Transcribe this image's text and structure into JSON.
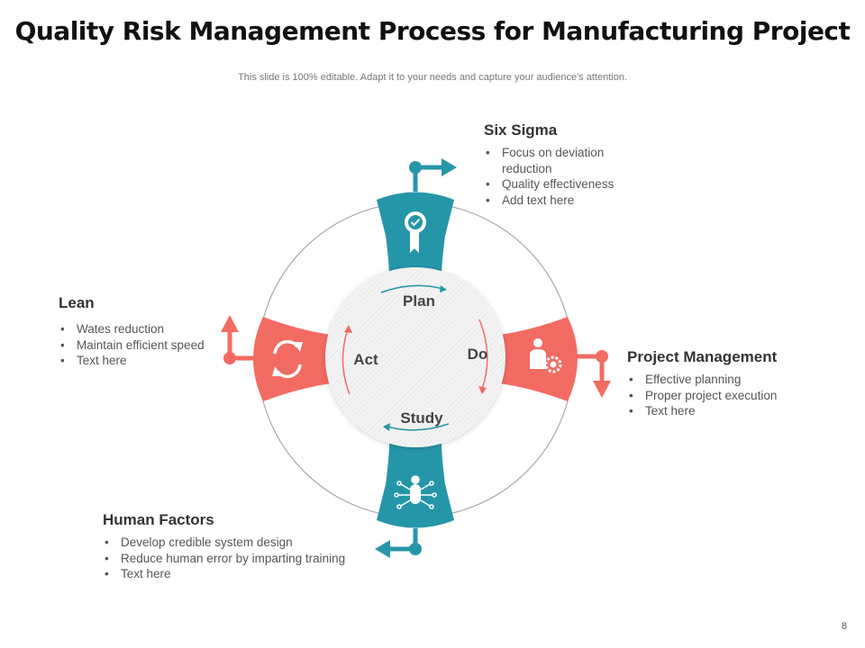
{
  "slide": {
    "title": "Quality Risk Management Process for Manufacturing Project",
    "subtitle": "This slide is 100% editable. Adapt it to your needs and capture your audience's attention.",
    "page_number": "8"
  },
  "cycle": {
    "plan": "Plan",
    "do": "Do",
    "study": "Study",
    "act": "Act"
  },
  "sections": {
    "six_sigma": {
      "title": "Six Sigma",
      "items": [
        "Focus on deviation reduction",
        "Quality effectiveness",
        "Add text here"
      ]
    },
    "project_management": {
      "title": "Project Management",
      "items": [
        "Effective planning",
        "Proper project execution",
        "Text here"
      ]
    },
    "lean": {
      "title": "Lean",
      "items": [
        "Wates reduction",
        "Maintain efficient speed",
        "Text here"
      ]
    },
    "human_factors": {
      "title": "Human Factors",
      "items": [
        "Develop credible system design",
        "Reduce human error by imparting training",
        "Text here"
      ]
    }
  },
  "colors": {
    "teal": "#2596a8",
    "coral": "#f26b63",
    "ring": "#9a9a9a"
  },
  "icons": {
    "top": "award-ribbon-icon",
    "right": "person-gear-icon",
    "bottom": "brain-circuit-icon",
    "left": "refresh-cycle-icon"
  }
}
